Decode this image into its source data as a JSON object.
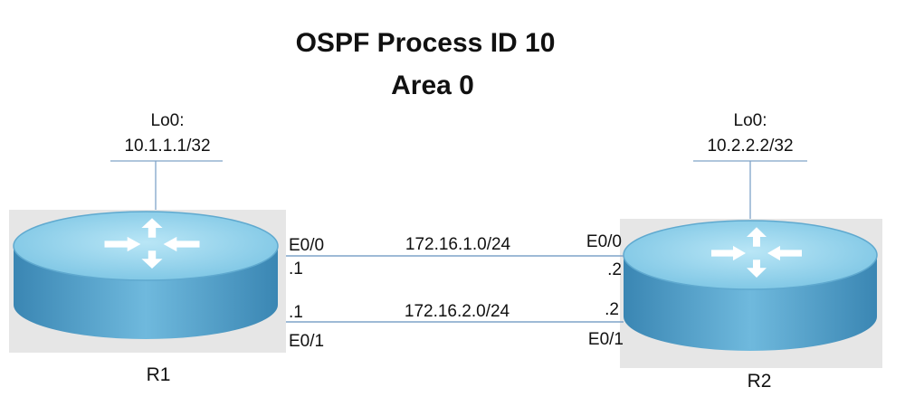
{
  "title": {
    "line1": "OSPF Process ID 10",
    "line2": "Area 0"
  },
  "routers": [
    {
      "name": "R1",
      "loopback_label": "Lo0:",
      "loopback_ip": "10.1.1.1/32"
    },
    {
      "name": "R2",
      "loopback_label": "Lo0:",
      "loopback_ip": "10.2.2.2/32"
    }
  ],
  "links": [
    {
      "network": "172.16.1.0/24",
      "r1_interface": "E0/0",
      "r1_host": ".1",
      "r2_interface": "E0/0",
      "r2_host": ".2"
    },
    {
      "network": "172.16.2.0/24",
      "r1_interface": "E0/1",
      "r1_host": ".1",
      "r2_interface": "E0/1",
      "r2_host": ".2"
    }
  ],
  "colors": {
    "router_top": "#8fd1ea",
    "router_side": "#4aa0c8",
    "router_arrow": "#ffffff",
    "panel": "#e6e6e6",
    "line": "#7fa3c8"
  }
}
